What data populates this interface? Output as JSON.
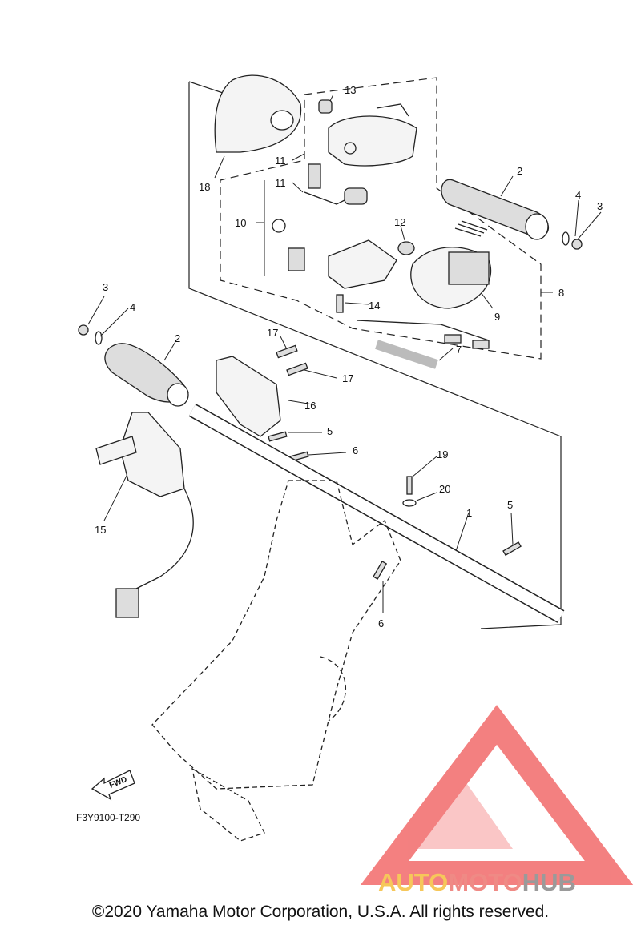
{
  "diagram": {
    "part_code": "F3Y9100-T290",
    "fwd_label": "FWD",
    "callouts": [
      "1",
      "2",
      "2",
      "3",
      "3",
      "4",
      "4",
      "5",
      "5",
      "6",
      "6",
      "7",
      "8",
      "9",
      "10",
      "11",
      "11",
      "12",
      "13",
      "14",
      "15",
      "16",
      "17",
      "17",
      "18",
      "19",
      "20"
    ]
  },
  "watermark": {
    "part1": "AUTO",
    "part2": "MOTO",
    "part3": "HUB",
    "colors": {
      "auto": "#f6c75a",
      "moto": "#ef8a85",
      "hub": "#9a9a9a",
      "logo": "#f26a6a"
    }
  },
  "footer": {
    "copyright": "©2020 Yamaha Motor Corporation, U.S.A. All rights reserved."
  }
}
